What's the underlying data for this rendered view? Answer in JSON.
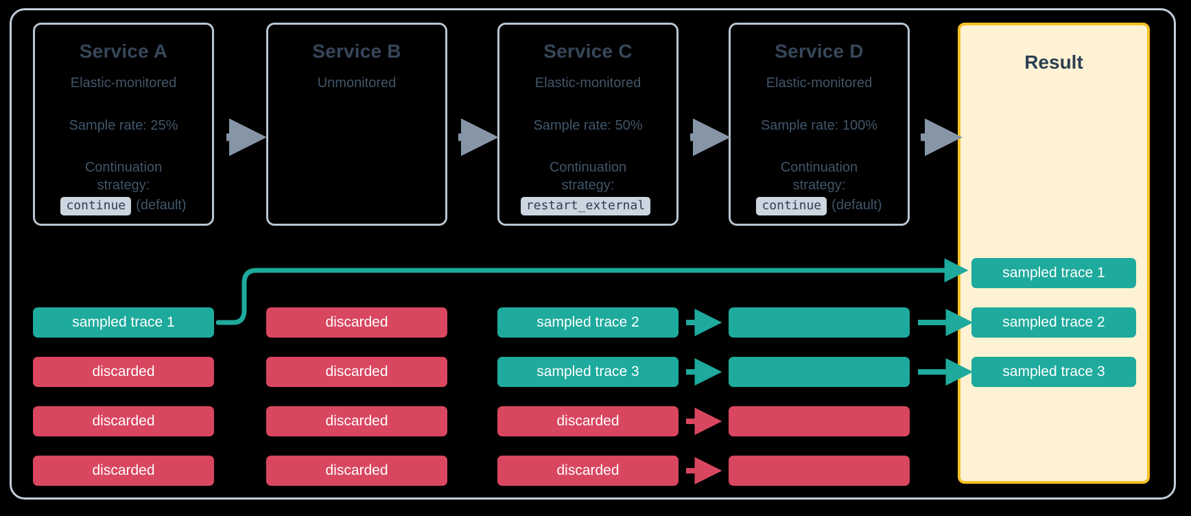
{
  "colors": {
    "background": "#000000",
    "frame_border": "#c3cedb",
    "service_border": "#b8c6d4",
    "service_title": "#37475a",
    "service_text": "#42566a",
    "code_badge_bg": "#ccd6e0",
    "code_badge_text": "#2f3f50",
    "result_bg": "#fdf2d4",
    "result_border": "#f5c026",
    "result_title": "#2c3e50",
    "sampled": "#1eaa9c",
    "discarded": "#d9465f",
    "gray_arrow": "#8696a7"
  },
  "services": [
    {
      "title": "Service A",
      "monitoring": "Elastic-monitored",
      "sample_rate": "Sample rate: 25%",
      "strategy_label_line1": "Continuation",
      "strategy_label_line2": "strategy:",
      "strategy_value": "continue",
      "strategy_note": "(default)"
    },
    {
      "title": "Service B",
      "monitoring": "Unmonitored",
      "sample_rate": "",
      "strategy_label_line1": "",
      "strategy_label_line2": "",
      "strategy_value": "",
      "strategy_note": ""
    },
    {
      "title": "Service C",
      "monitoring": "Elastic-monitored",
      "sample_rate": "Sample rate: 50%",
      "strategy_label_line1": "Continuation",
      "strategy_label_line2": "strategy:",
      "strategy_value": "restart_external",
      "strategy_note": ""
    },
    {
      "title": "Service D",
      "monitoring": "Elastic-monitored",
      "sample_rate": "Sample rate: 100%",
      "strategy_label_line1": "Continuation",
      "strategy_label_line2": "strategy:",
      "strategy_value": "continue",
      "strategy_note": "(default)"
    }
  ],
  "result": {
    "title": "Result",
    "traces": [
      {
        "label": "sampled trace 1",
        "kind": "sampled"
      },
      {
        "label": "sampled trace 2",
        "kind": "sampled"
      },
      {
        "label": "sampled trace 3",
        "kind": "sampled"
      }
    ]
  },
  "columns": [
    {
      "service": "Service A",
      "chips": [
        {
          "label": "sampled trace 1",
          "kind": "sampled"
        },
        {
          "label": "discarded",
          "kind": "discarded"
        },
        {
          "label": "discarded",
          "kind": "discarded"
        },
        {
          "label": "discarded",
          "kind": "discarded"
        }
      ]
    },
    {
      "service": "Service B",
      "chips": [
        {
          "label": "discarded",
          "kind": "discarded"
        },
        {
          "label": "discarded",
          "kind": "discarded"
        },
        {
          "label": "discarded",
          "kind": "discarded"
        },
        {
          "label": "discarded",
          "kind": "discarded"
        }
      ]
    },
    {
      "service": "Service C",
      "chips": [
        {
          "label": "sampled trace 2",
          "kind": "sampled"
        },
        {
          "label": "sampled trace 3",
          "kind": "sampled"
        },
        {
          "label": "discarded",
          "kind": "discarded"
        },
        {
          "label": "discarded",
          "kind": "discarded"
        }
      ]
    },
    {
      "service": "Service D",
      "chips": [
        {
          "label": "",
          "kind": "sampled"
        },
        {
          "label": "",
          "kind": "sampled"
        },
        {
          "label": "",
          "kind": "discarded"
        },
        {
          "label": "",
          "kind": "discarded"
        }
      ]
    }
  ]
}
